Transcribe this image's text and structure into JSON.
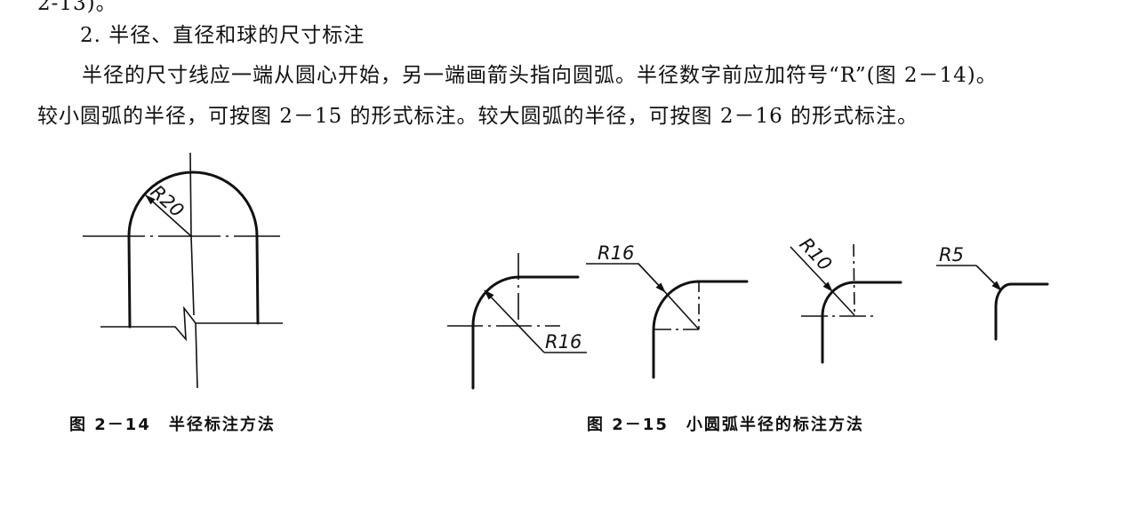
{
  "text": {
    "prev_line_tail": "2-13)。",
    "section_heading": "2. 半径、直径和球的尺寸标注",
    "paragraph_line1": "半径的尺寸线应一端从圆心开始，另一端画箭头指向圆弧。半径数字前应加符号“R”(图 2－14)。",
    "paragraph_line2": "较小圆弧的半径，可按图 2－15 的形式标注。较大圆弧的半径，可按图 2－16 的形式标注。"
  },
  "figures": [
    {
      "caption": "图 2－14　半径标注方法",
      "labels": [
        "R20"
      ]
    },
    {
      "caption": "图 2－15　小圆弧半径的标注方法",
      "labels": [
        "R16",
        "R16",
        "R10",
        "R5"
      ]
    }
  ]
}
